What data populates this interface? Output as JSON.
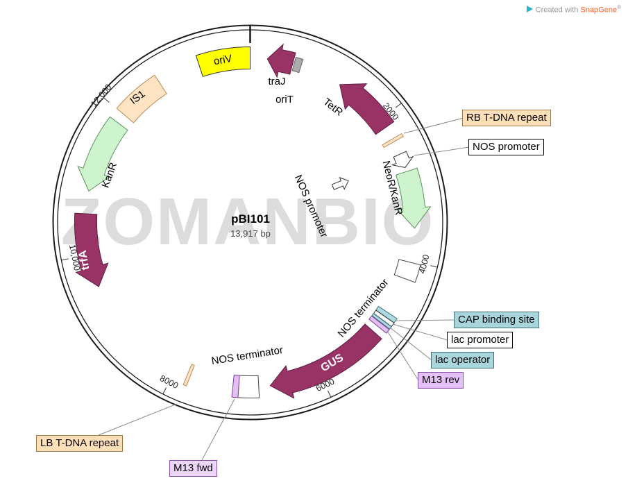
{
  "attribution": {
    "created_with": "Created with",
    "brand": "SnapGene",
    "registered": "®"
  },
  "watermark": "ZOMANBIO",
  "plasmid": {
    "name": "pBI101",
    "size_label": "13,917 bp",
    "total_bp": 13917
  },
  "ticks": [
    {
      "bp": 2000,
      "label": "2000"
    },
    {
      "bp": 4000,
      "label": "4000"
    },
    {
      "bp": 6000,
      "label": "6000"
    },
    {
      "bp": 8000,
      "label": "8000"
    },
    {
      "bp": 10000,
      "label": "10,000"
    },
    {
      "bp": 12000,
      "label": "12,000"
    }
  ],
  "map_labels": {
    "oriv": "oriV",
    "traj": "traJ",
    "orit": "oriT",
    "tetr": "TetR",
    "neor_kanr": "NeoR/KanR",
    "nos_promoter": "NOS promoter",
    "nos_terminator_right": "NOS terminator",
    "nos_terminator_bottom": "NOS terminator",
    "gus": "GUS",
    "trfa": "trfA",
    "kanr": "KanR",
    "is1": "IS1"
  },
  "callouts": {
    "rb": "RB T-DNA repeat",
    "nos_promoter": "NOS promoter",
    "cap": "CAP binding site",
    "lac_promoter": "lac promoter",
    "lac_operator": "lac operator",
    "m13_rev": "M13 rev",
    "m13_fwd": "M13 fwd",
    "lb": "LB T-DNA repeat"
  },
  "features": [
    {
      "name": "traJ",
      "start": 232,
      "end": 580,
      "shape": "arrow-ccw",
      "fill": "#993366",
      "stroke": "#5a1d40",
      "size": "normal"
    },
    {
      "name": "oriT",
      "start": 599,
      "end": 696,
      "shape": "box",
      "fill": "#ABABAB",
      "stroke": "#666666",
      "size": "small"
    },
    {
      "name": "TetR",
      "start": 1276,
      "end": 2126,
      "shape": "arrow-ccw",
      "fill": "#993366",
      "stroke": "#5a1d40",
      "size": "normal"
    },
    {
      "name": "RB T-DNA repeat",
      "start": 2304,
      "end": 2347,
      "shape": "box",
      "fill": "#FFE3C3",
      "stroke": "#B98A54",
      "size": "normal"
    },
    {
      "name": "NOS promoter",
      "start": 2532,
      "end": 2726,
      "shape": "arrow-cw",
      "fill": "#FFFFFF",
      "stroke": "#333333",
      "size": "small"
    },
    {
      "name": "NeoR/KanR",
      "start": 2783,
      "end": 3557,
      "shape": "arrow-cw",
      "fill": "#CDF4CD",
      "stroke": "#5f8f5f",
      "size": "normal"
    },
    {
      "name": "NOS terminator",
      "start": 4020,
      "end": 4252,
      "shape": "box",
      "fill": "#FFFFFF",
      "stroke": "#444444",
      "size": "normal"
    },
    {
      "name": "CAP binding site",
      "start": 4763,
      "end": 4828,
      "shape": "box",
      "fill": "#AFD9E0",
      "stroke": "#37717c",
      "size": "normal"
    },
    {
      "name": "lac promoter",
      "start": 4830,
      "end": 4885,
      "shape": "box",
      "fill": "#FFFFFF",
      "stroke": "#333333",
      "size": "normal"
    },
    {
      "name": "lac operator",
      "start": 4887,
      "end": 4926,
      "shape": "box",
      "fill": "#AFD9E0",
      "stroke": "#37717c",
      "size": "normal"
    },
    {
      "name": "M13 rev",
      "start": 4933,
      "end": 4992,
      "shape": "box",
      "fill": "#E3BFF2",
      "stroke": "#7d3fa0",
      "size": "normal"
    },
    {
      "name": "GUS",
      "start": 5084,
      "end": 6688,
      "shape": "arrow-cw",
      "fill": "#993366",
      "stroke": "#5a1d40",
      "size": "normal"
    },
    {
      "name": "NOS terminator",
      "start": 6843,
      "end": 7113,
      "shape": "box",
      "fill": "#FFFFFF",
      "stroke": "#444444",
      "size": "normal"
    },
    {
      "name": "M13 fwd",
      "start": 7113,
      "end": 7191,
      "shape": "box",
      "fill": "#E3BFF2",
      "stroke": "#7d3fa0",
      "size": "normal"
    },
    {
      "name": "LB T-DNA repeat",
      "start": 7782,
      "end": 7824,
      "shape": "box",
      "fill": "#FFE3C3",
      "stroke": "#B98A54",
      "size": "normal"
    },
    {
      "name": "trfA",
      "start": 9549,
      "end": 10554,
      "shape": "arrow-ccw",
      "fill": "#993366",
      "stroke": "#5a1d40",
      "size": "normal"
    },
    {
      "name": "KanR",
      "start": 10863,
      "end": 11868,
      "shape": "arrow-ccw",
      "fill": "#CDF4CD",
      "stroke": "#5f8f5f",
      "size": "normal"
    },
    {
      "name": "IS1",
      "start": 12004,
      "end": 12642,
      "shape": "box",
      "fill": "#FFE3C3",
      "stroke": "#B98A54",
      "size": "normal"
    },
    {
      "name": "oriV",
      "start": 13222,
      "end": 13917,
      "shape": "box",
      "fill": "#FFFF00",
      "stroke": "#333333",
      "size": "normal"
    }
  ]
}
